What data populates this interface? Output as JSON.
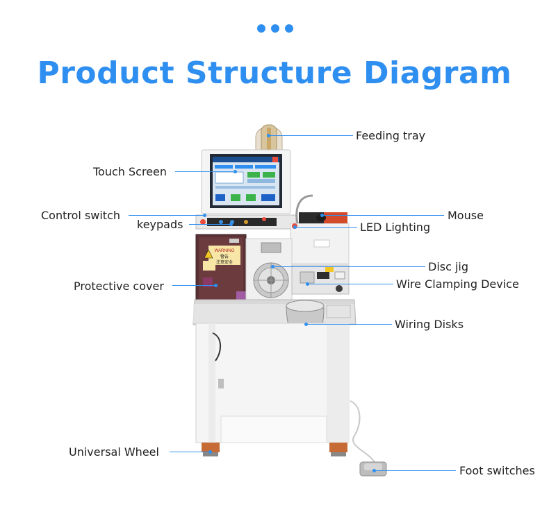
{
  "header": {
    "title": "Product Structure Diagram"
  },
  "labels": {
    "feeding_tray": "Feeding tray",
    "touch_screen": "Touch Screen",
    "control_switch": "Control switch",
    "keypads": "keypads",
    "mouse": "Mouse",
    "led_lighting": "LED Lighting",
    "disc_jig": "Disc jig",
    "protective_cover": "Protective cover",
    "wire_clamping_device": "Wire Clamping Device",
    "wiring_disks": "Wiring Disks",
    "universal_wheel": "Universal Wheel",
    "foot_switches": "Foot switches"
  },
  "cover_text": {
    "warning": "WARNING",
    "caution_cn": "警告",
    "safety_cn": "注意安全"
  },
  "colors": {
    "accent": "#2f8ff0",
    "text": "#222222"
  }
}
